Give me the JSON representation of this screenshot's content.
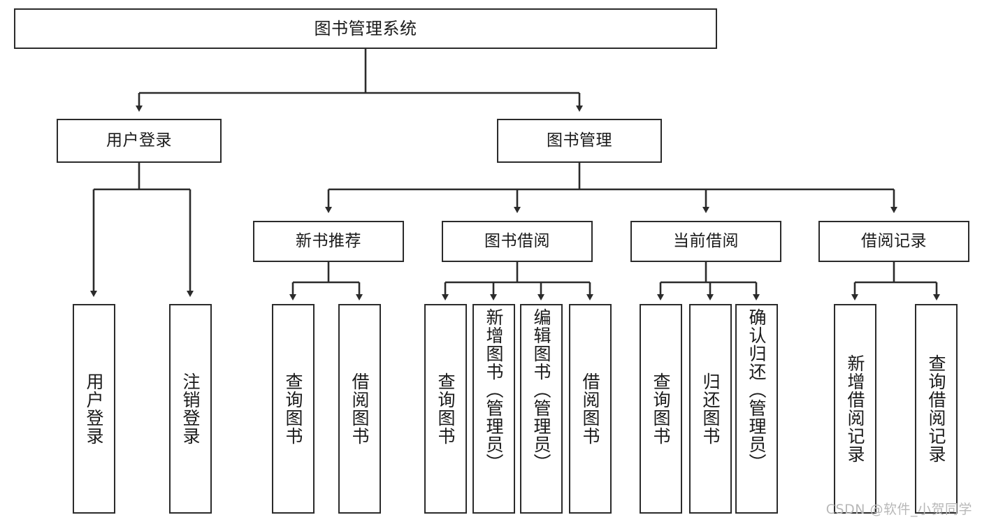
{
  "diagram": {
    "title": "图书管理系统",
    "type": "functional-structure-tree",
    "watermark": "CSDN @软件_小贺同学",
    "colors": {
      "box_border": "#2b2b2b",
      "box_fill": "#ffffff",
      "edge": "#2b2b2b",
      "text": "#1a1a1a",
      "watermark": "#b8b8b8",
      "background": "#ffffff"
    },
    "nodes": {
      "root": {
        "label": "图书管理系统"
      },
      "level2": [
        {
          "id": "user-login",
          "label": "用户登录"
        },
        {
          "id": "book-manage",
          "label": "图书管理"
        }
      ],
      "level3": [
        {
          "id": "new-book-recommend",
          "label": "新书推荐"
        },
        {
          "id": "book-borrow",
          "label": "图书借阅"
        },
        {
          "id": "current-borrow",
          "label": "当前借阅"
        },
        {
          "id": "borrow-record",
          "label": "借阅记录"
        }
      ],
      "leaves": [
        {
          "id": "leaf-user-login",
          "label": "用户登录",
          "parent": "user-login"
        },
        {
          "id": "leaf-user-logout",
          "label": "注销登录",
          "parent": "user-login"
        },
        {
          "id": "leaf-query-book-1",
          "label": "查询图书",
          "parent": "new-book-recommend"
        },
        {
          "id": "leaf-borrow-book-1",
          "label": "借阅图书",
          "parent": "new-book-recommend"
        },
        {
          "id": "leaf-query-book-2",
          "label": "查询图书",
          "parent": "book-borrow"
        },
        {
          "id": "leaf-add-book",
          "label": "新增图书（管理员）",
          "parent": "book-borrow"
        },
        {
          "id": "leaf-edit-book",
          "label": "编辑图书（管理员）",
          "parent": "book-borrow"
        },
        {
          "id": "leaf-borrow-book-2",
          "label": "借阅图书",
          "parent": "book-borrow"
        },
        {
          "id": "leaf-query-book-3",
          "label": "查询图书",
          "parent": "current-borrow"
        },
        {
          "id": "leaf-return-book",
          "label": "归还图书",
          "parent": "current-borrow"
        },
        {
          "id": "leaf-confirm-return",
          "label": "确认归还（管理员）",
          "parent": "current-borrow"
        },
        {
          "id": "leaf-add-record",
          "label": "新增借阅记录",
          "parent": "borrow-record"
        },
        {
          "id": "leaf-query-record",
          "label": "查询借阅记录",
          "parent": "borrow-record"
        }
      ]
    }
  }
}
